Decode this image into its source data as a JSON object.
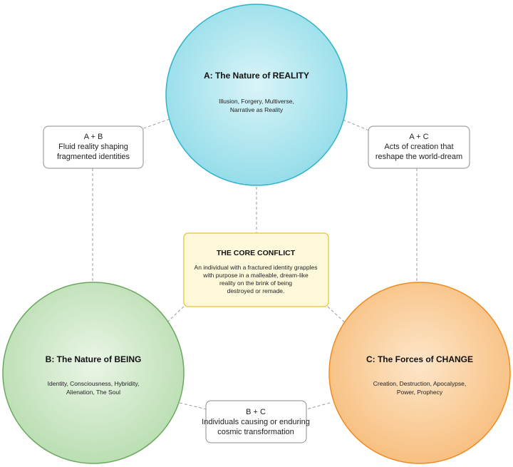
{
  "circles": {
    "a": {
      "title": "A: The Nature of REALITY",
      "sub1": "Illusion, Forgery, Multiverse,",
      "sub2": "Narrative as Reality",
      "fill": "#a9e3ee",
      "stroke": "#2fb3c9"
    },
    "b": {
      "title": "B: The Nature of BEING",
      "sub1": "Identity, Consciousness, Hybridity,",
      "sub2": "Alienation, The Soul",
      "fill": "#cfe8c9",
      "stroke": "#6aa85e"
    },
    "c": {
      "title": "C: The Forces of CHANGE",
      "sub1": "Creation, Destruction, Apocalypse,",
      "sub2": "Power, Prophecy",
      "fill": "#fbd3a4",
      "stroke": "#ef8a21"
    }
  },
  "boxes": {
    "ab": {
      "line1": "A + B",
      "line2": "Fluid reality shaping",
      "line3": "fragmented identities"
    },
    "ac": {
      "line1": "A + C",
      "line2": "Acts of creation that",
      "line3": "reshape the world-dream"
    },
    "bc": {
      "line1": "B + C",
      "line2": "Individuals causing or enduring",
      "line3": "cosmic transformation"
    }
  },
  "core": {
    "title": "THE CORE CONFLICT",
    "line1": "An individual with a fractured identity grapples",
    "line2": "with purpose in a malleable, dream-like",
    "line3": "reality on the brink of being",
    "line4": "destroyed or remade.",
    "fill": "#fff9dc",
    "stroke": "#f2c94c"
  }
}
